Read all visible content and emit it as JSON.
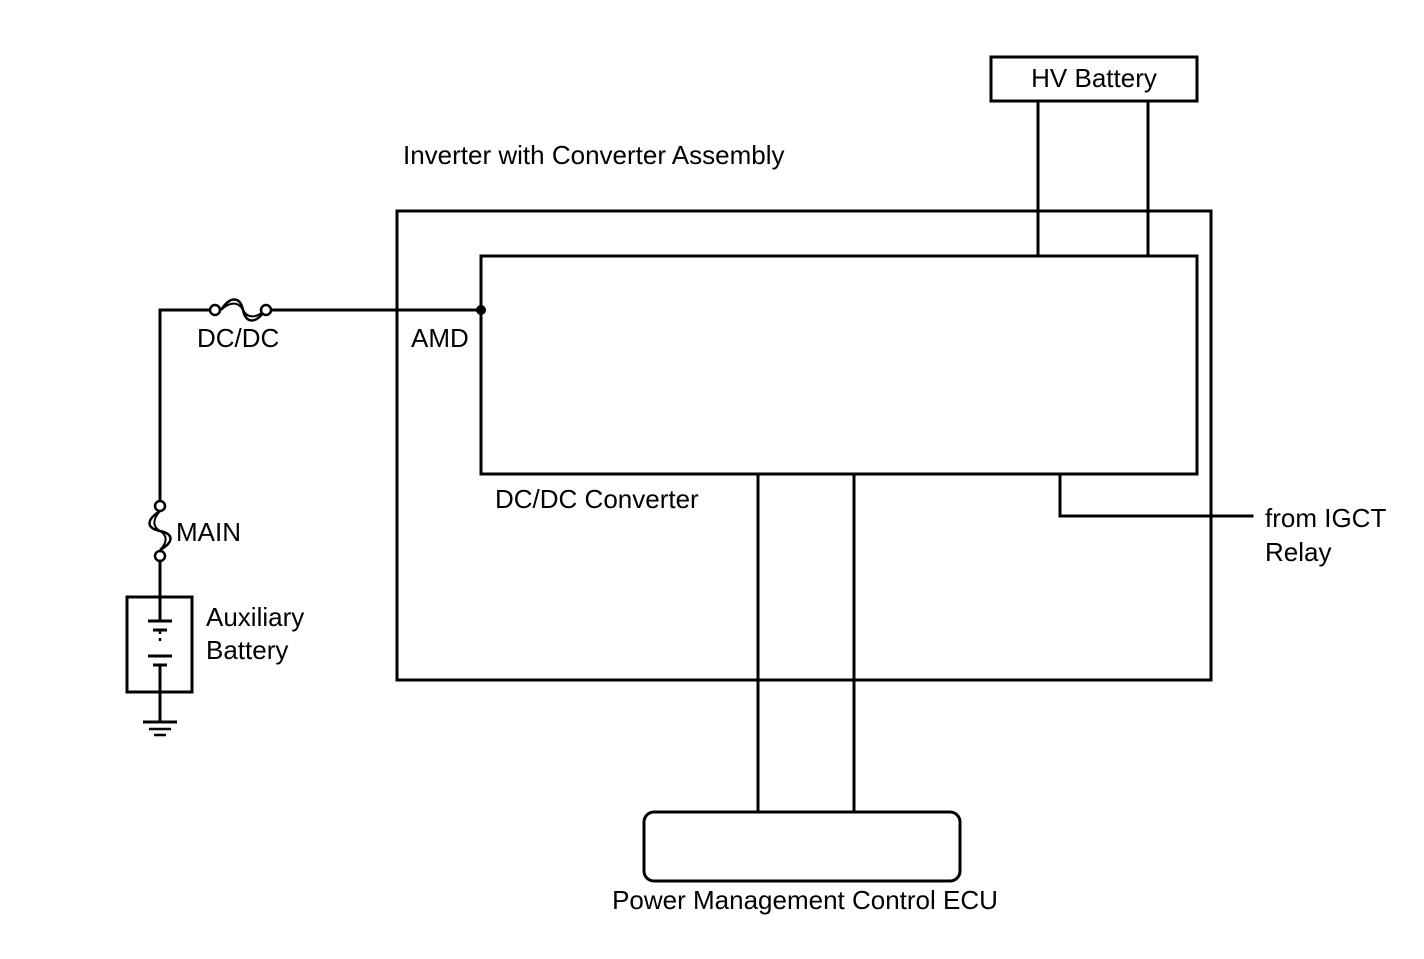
{
  "labels": {
    "hv_battery": "HV Battery",
    "inverter_assembly": "Inverter with Converter Assembly",
    "dcdc_fuse": "DC/DC",
    "amd_terminal": "AMD",
    "dcdc_converter": "DC/DC Converter",
    "igct_relay_line1": "from IGCT",
    "igct_relay_line2": "Relay",
    "main_fuse": "MAIN",
    "aux_battery_line1": "Auxiliary",
    "aux_battery_line2": "Battery",
    "ecu": "Power Management Control ECU"
  },
  "icons": {
    "fuse": "fuse-symbol",
    "battery": "battery-cell-symbol",
    "ground": "ground-symbol",
    "terminal": "open-terminal-circle",
    "junction": "junction-dot"
  },
  "colors": {
    "line": "#000000",
    "background": "#ffffff"
  }
}
